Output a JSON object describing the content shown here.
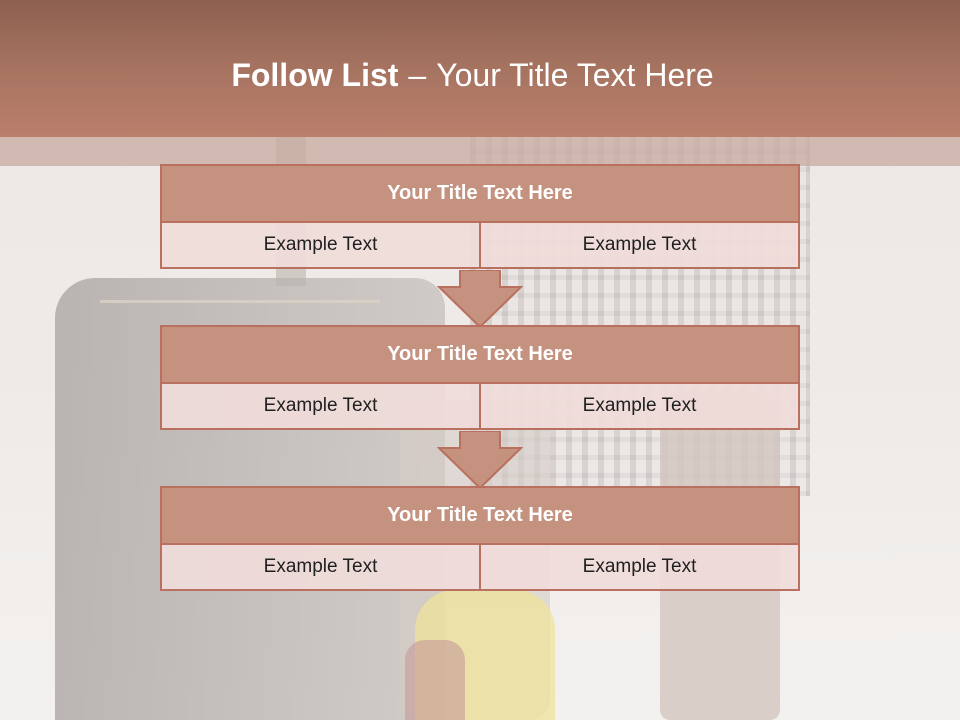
{
  "slide": {
    "title_bold": "Follow List",
    "title_dash": "–",
    "title_rest": "Your Title Text Here"
  },
  "blocks": [
    {
      "title": "Your Title Text Here",
      "left": "Example Text",
      "right": "Example Text"
    },
    {
      "title": "Your Title Text Here",
      "left": "Example Text",
      "right": "Example Text"
    },
    {
      "title": "Your Title Text Here",
      "left": "Example Text",
      "right": "Example Text"
    }
  ],
  "colors": {
    "header": "#a87562",
    "block_head": "#c4927f",
    "border": "#b9705e",
    "cell": "#f0dcda"
  }
}
